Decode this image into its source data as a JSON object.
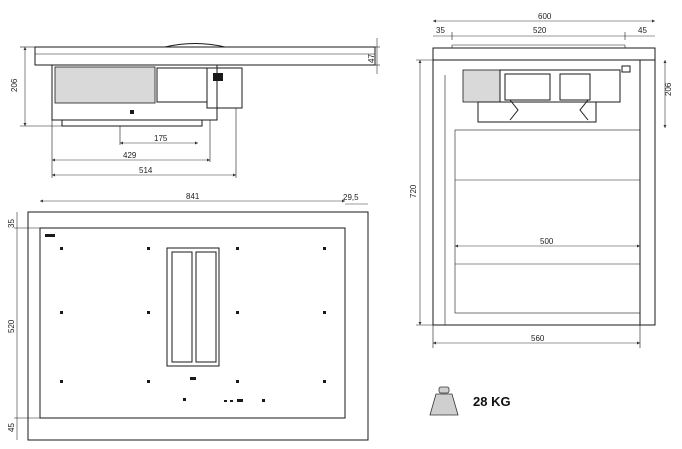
{
  "side_view": {
    "height": "206",
    "top_thickness": "47",
    "depth_a": "175",
    "depth_b": "429",
    "depth_c": "514"
  },
  "top_view": {
    "width": "841",
    "edge_offset": "29,5",
    "top_margin": "35",
    "cutout_height": "520",
    "bottom_margin": "45"
  },
  "section_view": {
    "width": "600",
    "margin_left": "35",
    "cutout": "520",
    "margin_right": "45",
    "height": "206",
    "cabinet_height": "720",
    "inner_width": "500",
    "base_width": "560"
  },
  "weight": {
    "value": "28 KG",
    "icon": "weight-icon"
  }
}
